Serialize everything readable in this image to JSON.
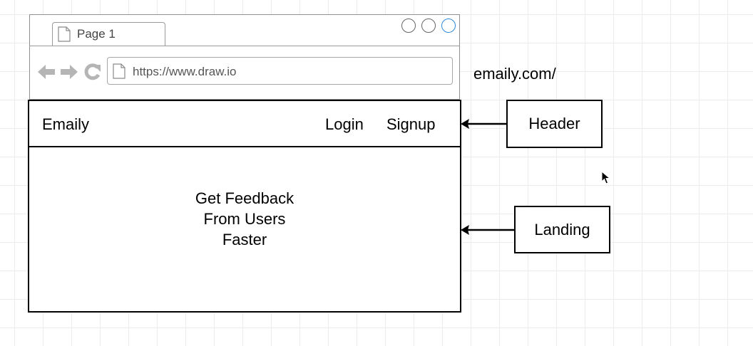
{
  "browser": {
    "tab_label": "Page 1",
    "url": "https://www.draw.io",
    "window_buttons": [
      "circle",
      "circle",
      "circle-blue"
    ],
    "nav_icons": [
      "arrow-left-icon",
      "arrow-right-icon",
      "reload-icon"
    ]
  },
  "route": "emaily.com/",
  "header": {
    "brand": "Emaily",
    "links": [
      "Login",
      "Signup"
    ]
  },
  "landing": {
    "lines": [
      "Get Feedback",
      "From Users",
      "Faster"
    ]
  },
  "annotations": {
    "header_label": "Header",
    "landing_label": "Landing"
  },
  "colors": {
    "grid": "#ececec",
    "window_button_accent": "#2f88d8",
    "chrome_icons": "#b5b5b5"
  }
}
